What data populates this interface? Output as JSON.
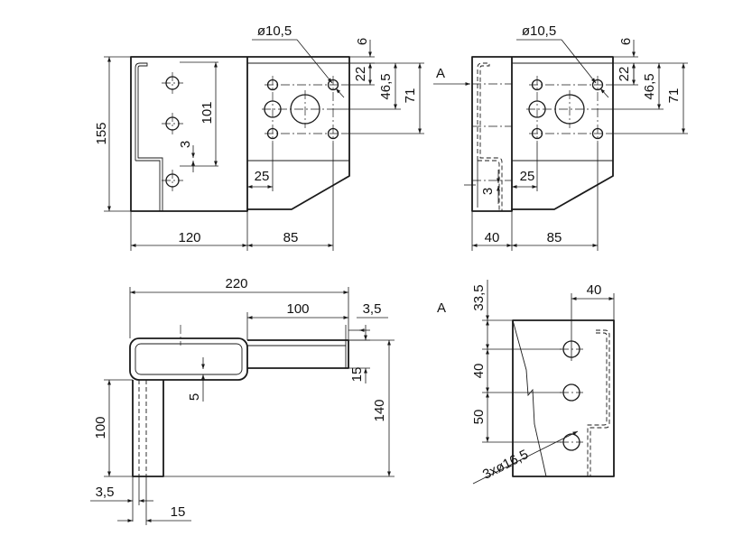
{
  "view_a": {
    "dims": {
      "height": "155",
      "hole_pitch": "101",
      "wall": "3",
      "width_left": "120",
      "width_right": "85",
      "offset": "25",
      "hole_dia": "ø10,5",
      "top_gap": "6",
      "d22": "22",
      "d465": "46,5",
      "d71": "71"
    }
  },
  "view_b": {
    "view_marker": "A",
    "dims": {
      "width_left": "40",
      "width_right": "85",
      "offset": "25",
      "wall": "3",
      "hole_dia": "ø10,5",
      "top_gap": "6",
      "d22": "22",
      "d465": "46,5",
      "d71": "71"
    }
  },
  "view_c": {
    "dims": {
      "overall": "220",
      "arm": "100",
      "thk35": "3,5",
      "gap15": "15",
      "inner5": "5",
      "height140": "140",
      "leg100": "100",
      "bottom35": "3,5",
      "bottom15": "15"
    }
  },
  "view_d": {
    "view_label": "A",
    "dims": {
      "top": "33,5",
      "width": "40",
      "pitch1": "40",
      "pitch2": "50",
      "holes": "3xø16,5"
    }
  }
}
